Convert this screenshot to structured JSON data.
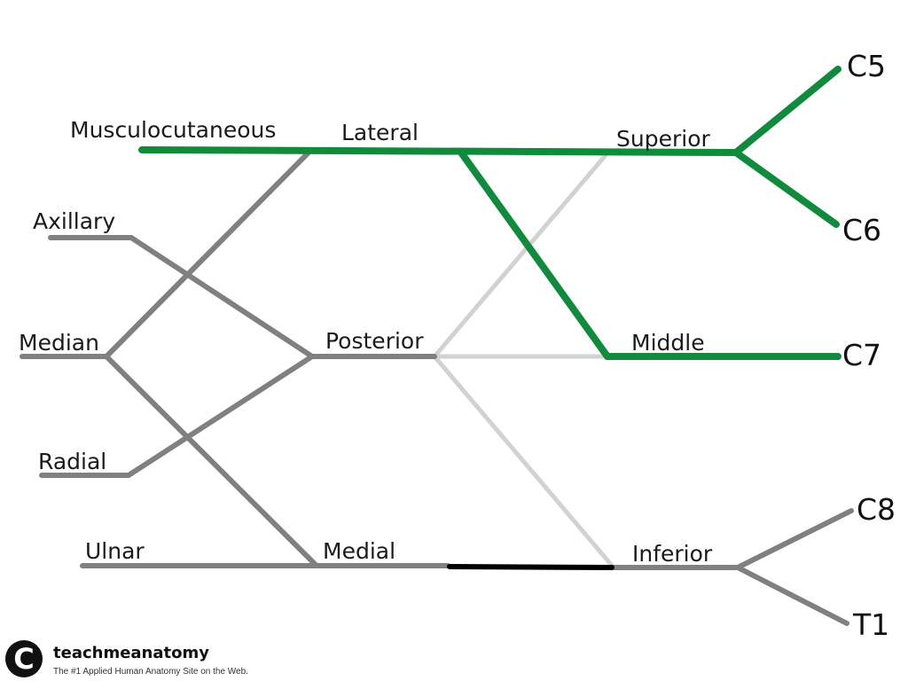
{
  "colors": {
    "green": "#118a3d",
    "gray": "#808080",
    "lightgray": "#d2d2d2",
    "black": "#000000"
  },
  "labels": {
    "musculocutaneous": "Musculocutaneous",
    "axillary": "Axillary",
    "median": "Median",
    "radial": "Radial",
    "ulnar": "Ulnar",
    "lateral": "Lateral",
    "posterior": "Posterior",
    "medial": "Medial",
    "superior": "Superior",
    "middle": "Middle",
    "inferior": "Inferior"
  },
  "roots": {
    "c5": "C5",
    "c6": "C6",
    "c7": "C7",
    "c8": "C8",
    "t1": "T1"
  },
  "footer": {
    "logo_symbol": "C",
    "brand": "teachmeanatomy",
    "tagline": "The #1 Applied Human Anatomy Site on the Web."
  }
}
